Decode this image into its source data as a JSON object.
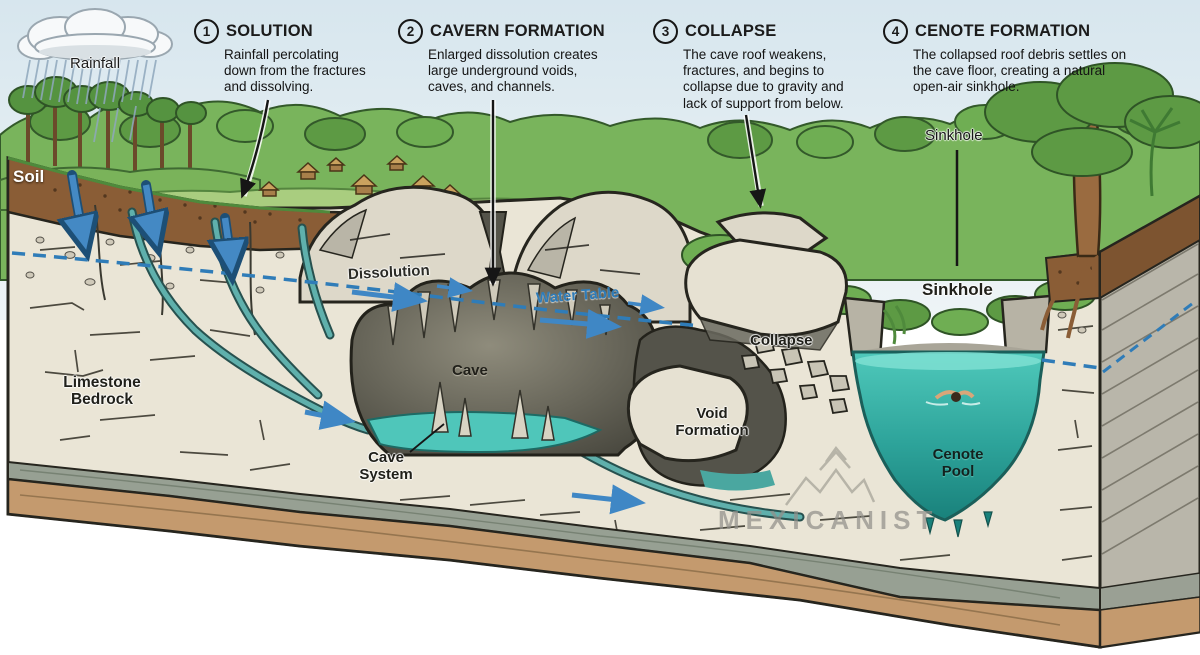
{
  "steps": [
    {
      "number": "1",
      "title": "SOLUTION",
      "description": "Rainfall percolating down from the fractures and dissolving."
    },
    {
      "number": "2",
      "title": "CAVERN FORMATION",
      "description": "Enlarged dissolution creates large underground voids, caves, and channels."
    },
    {
      "number": "3",
      "title": "COLLAPSE",
      "description": "The cave roof weakens, fractures, and begins to collapse due to gravity and lack of support from below."
    },
    {
      "number": "4",
      "title": "CENOTE FORMATION",
      "description": "The collapsed roof debris settles on the cave floor, creating a natural open-air sinkhole."
    }
  ],
  "scene_labels": {
    "rainfall": "Rainfall",
    "soil": "Soil",
    "dissolution": "Dissolution",
    "water_table": "Water Table",
    "cave": "Cave",
    "limestone_bedrock": "Limestone Bedrock",
    "cave_system": "Cave System",
    "collapse": "Collapse",
    "void_formation": "Void Formation",
    "sinkhole_upper": "Sinkhole",
    "sinkhole_lower": "Sinkhole",
    "cenote_pool": "Cenote Pool"
  },
  "watermark": "MEXICANIST",
  "colors": {
    "sky": "#d7e6ee",
    "limestone": "#eae5d6",
    "soil": "#8a5d36",
    "jungle_green": "#79b45c",
    "grass": "#a9cd7f",
    "water_teal": "#4fc9bb",
    "water_deep": "#19817b",
    "water_table_blue": "#2f7cb8",
    "arrow_blue": "#4489c4",
    "cave_gray": "#8f8c7c",
    "outline": "#26251e",
    "watermark_gray": "#92908a"
  }
}
